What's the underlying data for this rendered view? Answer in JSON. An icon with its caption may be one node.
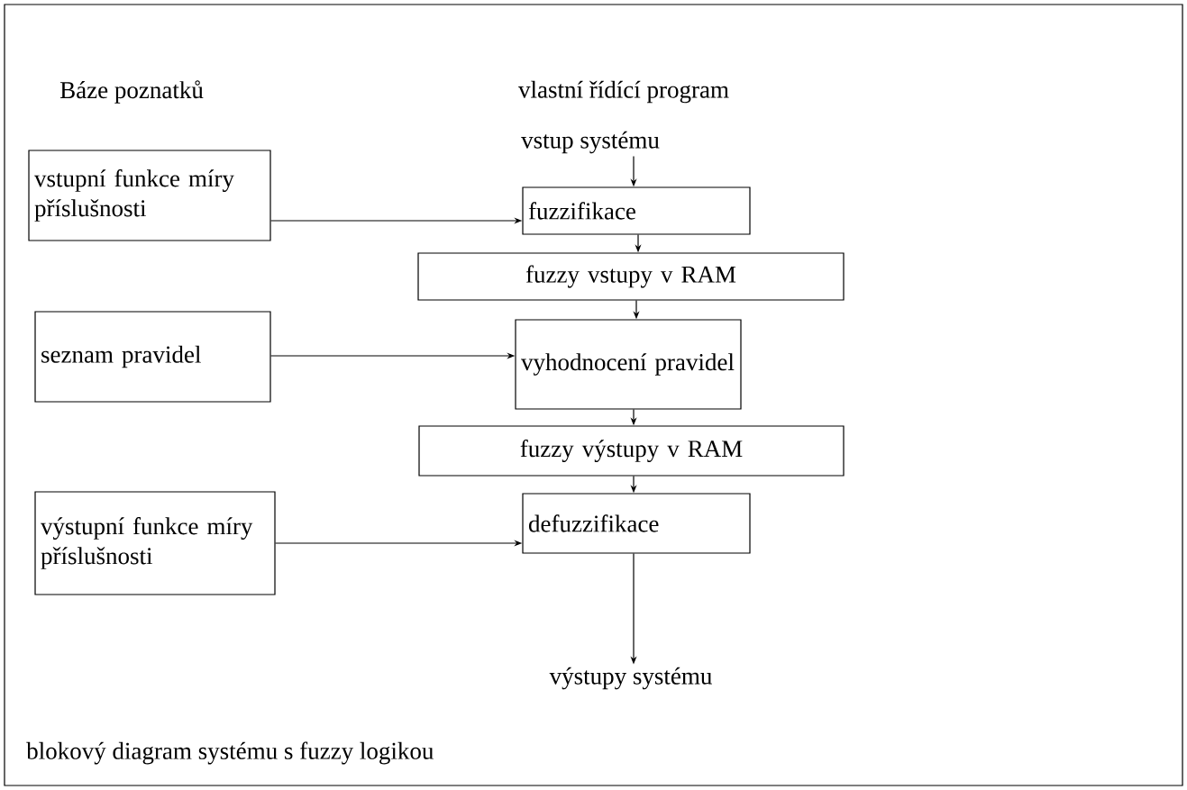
{
  "diagram": {
    "caption": "blokový diagram systému s fuzzy logikou",
    "nodes": [
      {
        "text": [
          "vstup systému"
        ]
      },
      {
        "text": [
          "vstupní funkce míry příslušnosti"
        ]
      },
      {
        "text": [
          "fuzzifikace"
        ]
      },
      {
        "text": [
          "fuzzy vstupy v RAM"
        ]
      },
      {
        "text": [
          "seznam pravidel"
        ]
      },
      {
        "text": [
          "vyhodnocení pravidel"
        ]
      },
      {
        "text": [
          "fuzzy výstupy v RAM"
        ]
      },
      {
        "text": [
          "výstupní funkce míry příslušnosti"
        ]
      },
      {
        "text": [
          "defuzzifikace"
        ]
      },
      {
        "text": [
          "výstupy systému"
        ]
      }
    ],
    "edges": [
      {
        "from": 0,
        "to": 2,
        "arrow": "to"
      },
      {
        "from": 1,
        "to": 2,
        "arrow": "to"
      },
      {
        "from": 2,
        "to": 3,
        "arrow": "to"
      },
      {
        "from": 3,
        "to": 5,
        "arrow": "to"
      },
      {
        "from": 4,
        "to": 5,
        "arrow": "to"
      },
      {
        "from": 5,
        "to": 6,
        "arrow": "to"
      },
      {
        "from": 6,
        "to": 8,
        "arrow": "to"
      },
      {
        "from": 7,
        "to": 8,
        "arrow": "to"
      },
      {
        "from": 8,
        "to": 9,
        "arrow": "to"
      }
    ],
    "labels": [
      "Báze poznatků",
      "vlastní řídící program"
    ]
  }
}
